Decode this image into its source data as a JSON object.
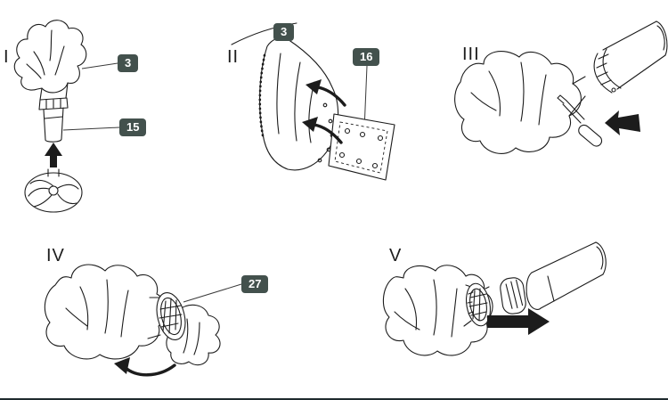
{
  "colors": {
    "badge_background": "#43514d",
    "badge_text": "#ffffff",
    "line_art": "#1c1c1c",
    "divider": "#1f2a2e"
  },
  "panels": [
    {
      "numeral": "I",
      "scene": "bag-tube-attach-to-fan-housing",
      "callouts": [
        {
          "label": "3"
        },
        {
          "label": "15"
        }
      ]
    },
    {
      "numeral": "II",
      "scene": "bag-panel-fastening",
      "callouts": [
        {
          "label": "3"
        },
        {
          "label": "16"
        }
      ]
    },
    {
      "numeral": "III",
      "scene": "tighten-clamp-with-screwdriver",
      "callouts": []
    },
    {
      "numeral": "IV",
      "scene": "twist-bag-collar",
      "callouts": [
        {
          "label": "27"
        }
      ]
    },
    {
      "numeral": "V",
      "scene": "slide-bag-collar-onto-blower-tube",
      "callouts": []
    }
  ]
}
